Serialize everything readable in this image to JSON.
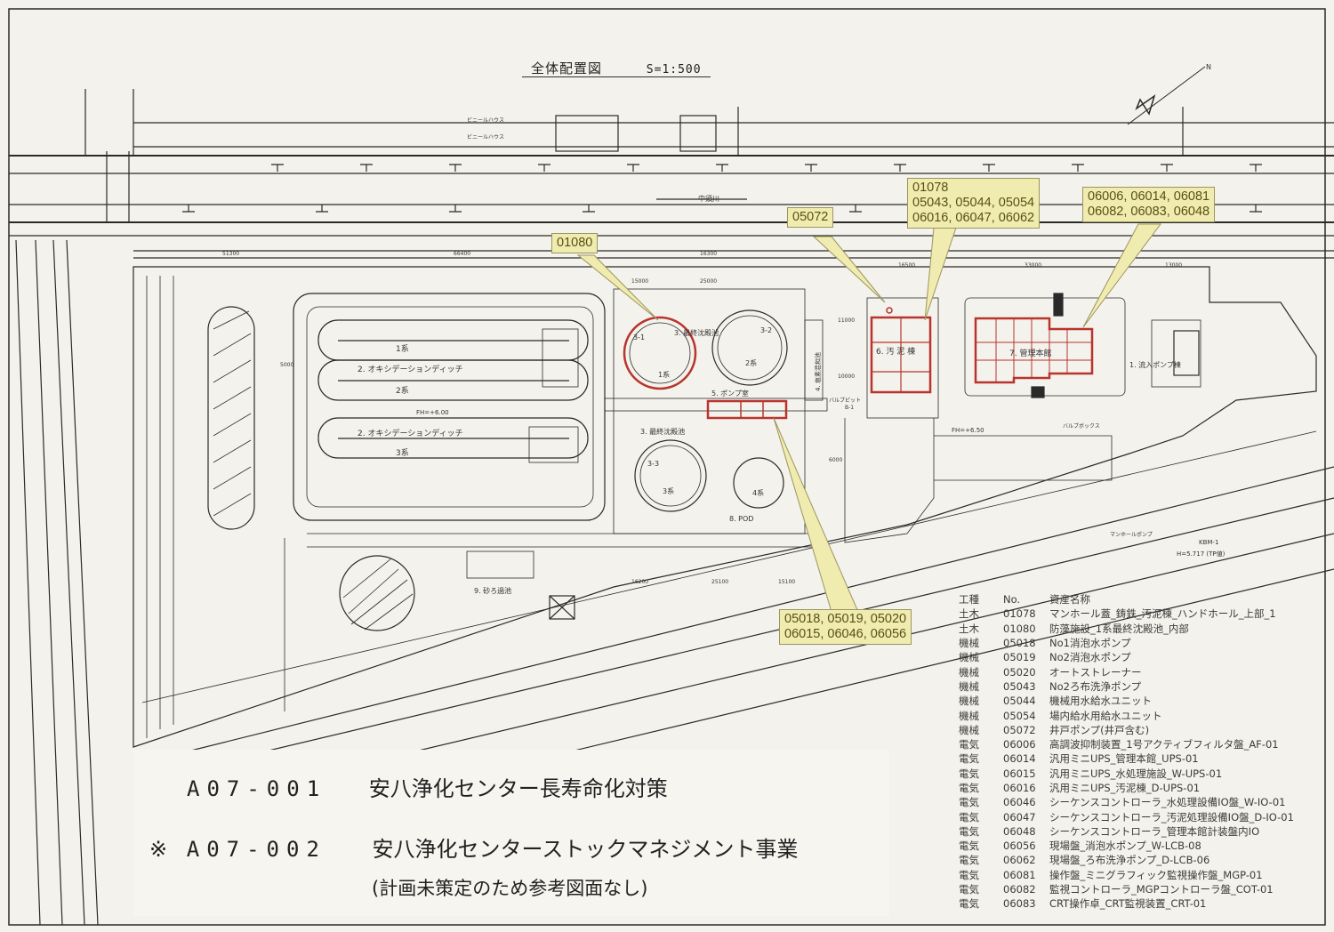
{
  "drawing": {
    "title": "全体配置図",
    "scale": "S=1:500",
    "callouts": {
      "c01080": "01080",
      "c05072": "05072",
      "c01078": "01078\n05043, 05044, 05054\n06016, 06047, 06062",
      "c06006": "06006, 06014, 06081\n06082, 06083, 06048",
      "c05018": "05018, 05019, 05020\n06015, 06046, 06056"
    },
    "labels": {
      "vinyl_house": "ビニールハウス",
      "pipe_label": "中須川",
      "od1_series": "1系",
      "od_name_upper": "2. オキシデーションディッチ",
      "od2_series": "2系",
      "od_name_lower": "2. オキシデーションディッチ",
      "od3_series": "3系",
      "od_fh": "FH=+6.00",
      "final_settling_upper": "3. 最終沈殿池",
      "final_settling_lower": "3. 最終沈殿池",
      "tank_3_1": "3-1",
      "tank_3_2": "3-2",
      "tank_3_3": "3-3",
      "tank_1kei": "1系",
      "tank_2kei": "2系",
      "tank_3kei": "3系",
      "tank_4kei": "4系",
      "pump_room": "5. ポンプ室",
      "pod": "8. POD",
      "sludge_building": "6. 汚 泥 棟",
      "admin_building": "7. 管理本館",
      "inflow_pump": "1. 流入ポンプ棟",
      "sand_filter": "9. 砂ろ過池",
      "fh_right": "FH=+6.50",
      "manhole_pump": "マンホールポンプ",
      "kbm": "KBM-1",
      "kbm_h": "H=5.717 (TP値)",
      "disinfection": "4. 塩素混和池",
      "valve_pit": "バルブピット",
      "b1": "B-1",
      "valve_box": "バルブボックス",
      "dim_51300": "51300",
      "dim_66400": "66400",
      "dim_16300": "16300",
      "dim_16500": "16500",
      "dim_33000": "33000",
      "dim_13000": "13000",
      "dim_15000": "15000",
      "dim_25000": "25000",
      "dim_16200": "16200",
      "dim_25100": "25100",
      "dim_15100": "15100",
      "dim_11000": "11000",
      "dim_10000": "10000",
      "dim_5000": "5000",
      "dim_6000": "6000"
    }
  },
  "projects": {
    "row1_code": "A07-001",
    "row1_name": "安八浄化センター長寿命化対策",
    "row2_mark": "※",
    "row2_code": "A07-002",
    "row2_name": "安八浄化センターストックマネジメント事業",
    "row3_note": "(計画未策定のため参考図面なし)"
  },
  "legend": {
    "headers": [
      "工種",
      "No.",
      "資産名称"
    ],
    "rows": [
      [
        "土木",
        "01078",
        "マンホール蓋_鋳鉄_汚泥棟_ハンドホール_上部_1"
      ],
      [
        "土木",
        "01080",
        "防藻施設_1系最終沈殿池_内部"
      ],
      [
        "機械",
        "05018",
        "No1消泡水ポンプ"
      ],
      [
        "機械",
        "05019",
        "No2消泡水ポンプ"
      ],
      [
        "機械",
        "05020",
        "オートストレーナー"
      ],
      [
        "機械",
        "05043",
        "No2ろ布洗浄ポンプ"
      ],
      [
        "機械",
        "05044",
        "機械用水給水ユニット"
      ],
      [
        "機械",
        "05054",
        "場内給水用給水ユニット"
      ],
      [
        "機械",
        "05072",
        "井戸ポンプ(井戸含む)"
      ],
      [
        "電気",
        "06006",
        "高調波抑制装置_1号アクティブフィルタ盤_AF-01"
      ],
      [
        "電気",
        "06014",
        "汎用ミニUPS_管理本館_UPS-01"
      ],
      [
        "電気",
        "06015",
        "汎用ミニUPS_水処理施設_W-UPS-01"
      ],
      [
        "電気",
        "06016",
        "汎用ミニUPS_汚泥棟_D-UPS-01"
      ],
      [
        "電気",
        "06046",
        "シーケンスコントローラ_水処理設備IO盤_W-IO-01"
      ],
      [
        "電気",
        "06047",
        "シーケンスコントローラ_汚泥処理設備IO盤_D-IO-01"
      ],
      [
        "電気",
        "06048",
        "シーケンスコントローラ_管理本館計装盤内IO"
      ],
      [
        "電気",
        "06056",
        "現場盤_消泡水ポンプ_W-LCB-08"
      ],
      [
        "電気",
        "06062",
        "現場盤_ろ布洗浄ポンプ_D-LCB-06"
      ],
      [
        "電気",
        "06081",
        "操作盤_ミニグラフィック監視操作盤_MGP-01"
      ],
      [
        "電気",
        "06082",
        "監視コントローラ_MGPコントローラ盤_COT-01"
      ],
      [
        "電気",
        "06083",
        "CRT操作卓_CRT監視装置_CRT-01"
      ]
    ]
  },
  "colors": {
    "highlight_red": "#b8342c",
    "callout_fill": "#f0ecb0",
    "ink": "#2a2a2a"
  }
}
